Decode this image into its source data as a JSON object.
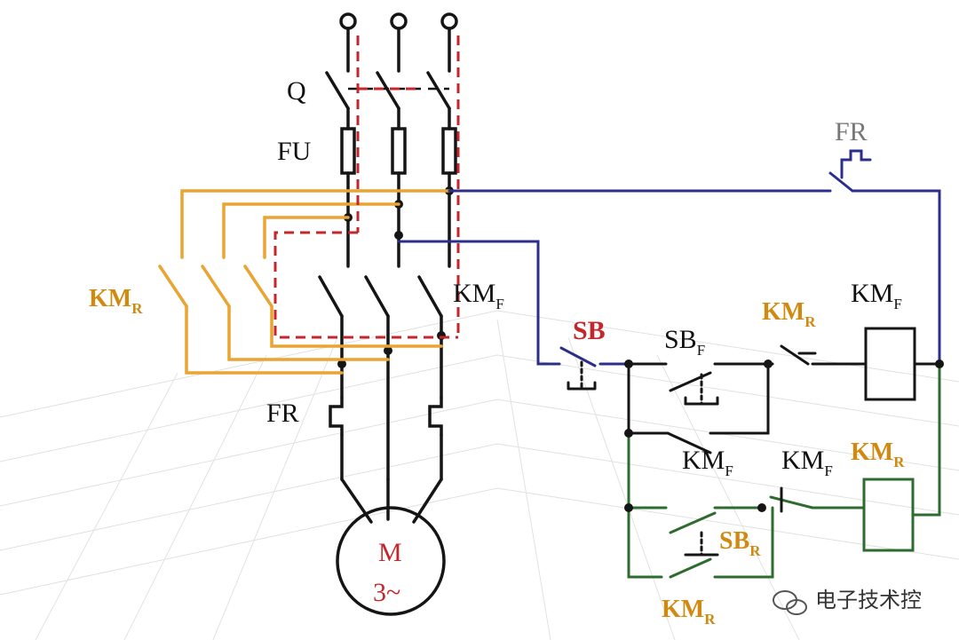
{
  "labels": {
    "q": "Q",
    "fu": "FU",
    "fr_main": "FR",
    "km_r_main": {
      "base": "KM",
      "sub": "R"
    },
    "km_f_main": {
      "base": "KM",
      "sub": "F"
    },
    "motor": {
      "letter": "M",
      "phase": "3~"
    },
    "fr_ctrl": "FR",
    "sb": "SB",
    "sb_f": {
      "base": "SB",
      "sub": "F"
    },
    "km_r_interlock": {
      "base": "KM",
      "sub": "R"
    },
    "km_f_coil": {
      "base": "KM",
      "sub": "F"
    },
    "km_f_hold": {
      "base": "KM",
      "sub": "F"
    },
    "km_f_interlock": {
      "base": "KM",
      "sub": "F"
    },
    "km_r_coil": {
      "base": "KM",
      "sub": "R"
    },
    "sb_r": {
      "base": "SB",
      "sub": "R"
    },
    "km_r_hold": {
      "base": "KM",
      "sub": "R"
    }
  },
  "watermark": "电子技术控",
  "colors": {
    "wire": "#151515",
    "red_dashed": "#c4272b",
    "orange": "#e9a431",
    "blue": "#2c2f8a",
    "green": "#2e6b2e",
    "grid": "#d6dbd6"
  },
  "icons": [
    "wechat-icon"
  ]
}
